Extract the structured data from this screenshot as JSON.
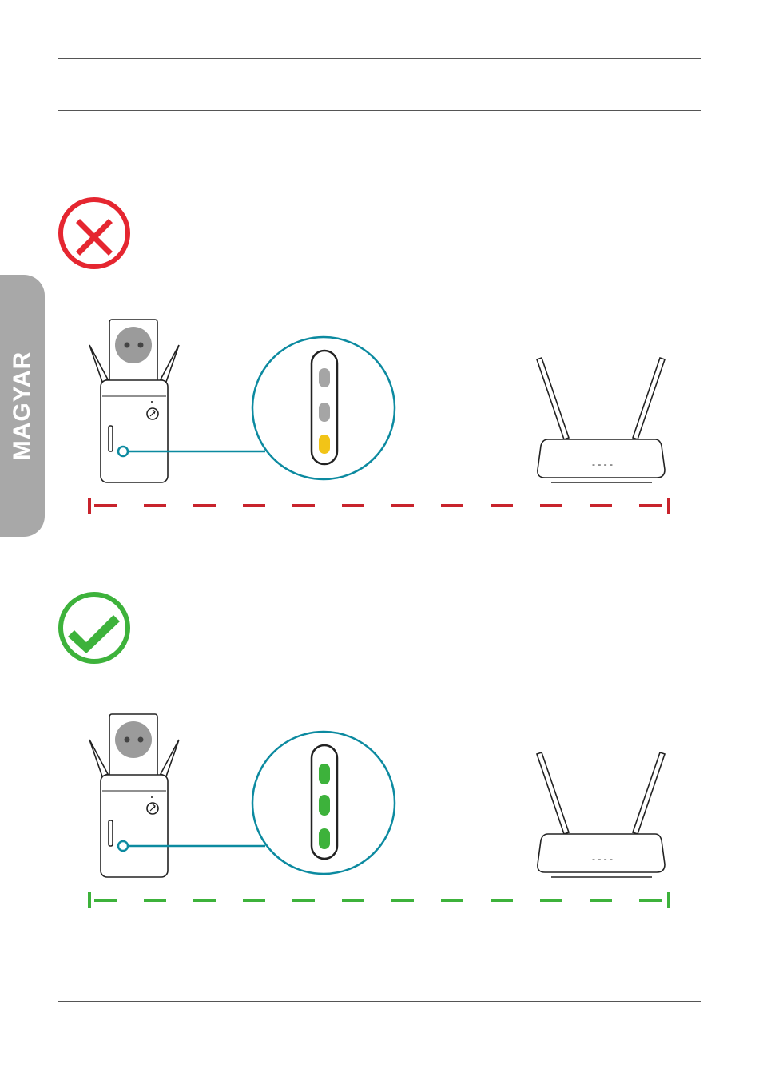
{
  "side_tab": {
    "label": "MAGYAR"
  },
  "panels": [
    {
      "status": "incorrect",
      "status_icon": "cross-icon",
      "status_color": "#e52630",
      "leds": [
        "#a5a5a5",
        "#a5a5a5",
        "#f2c417"
      ],
      "range_line_color": "#c8232c",
      "router_label": "- - - -"
    },
    {
      "status": "correct",
      "status_icon": "check-icon",
      "status_color": "#3db23b",
      "leds": [
        "#3db23b",
        "#3db23b",
        "#3db23b"
      ],
      "range_line_color": "#3db23b",
      "router_label": "- - - -"
    }
  ],
  "colors": {
    "callout": "#0c8aa0",
    "outline": "#222222",
    "socket": "#9b9b9b"
  }
}
